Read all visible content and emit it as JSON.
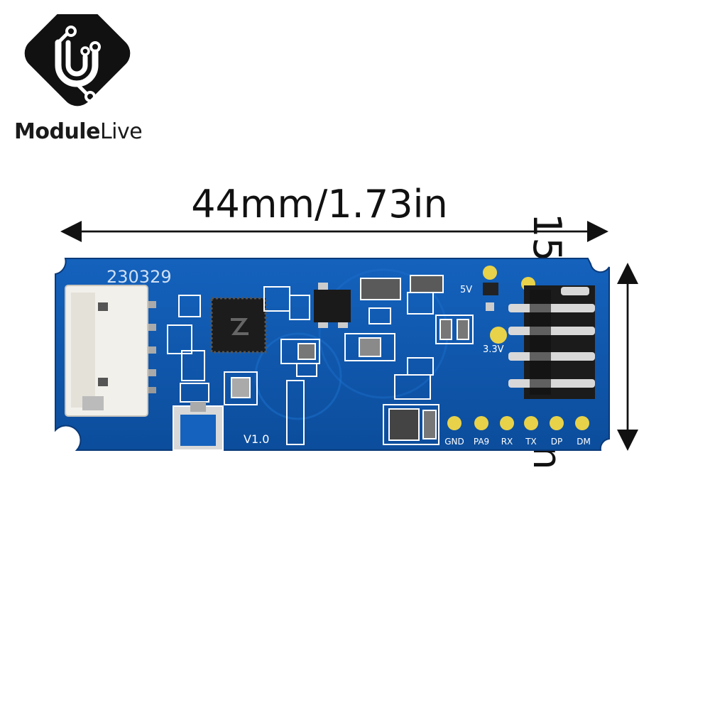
{
  "brand": {
    "name_bold": "Module",
    "name_light": "Live",
    "logo_icon": "circuit-u-logo-icon"
  },
  "dimensions": {
    "width": "44mm/1.73in",
    "height": "15mm/0.59in"
  },
  "board": {
    "date_code": "230329",
    "version": "V1.0",
    "pin_labels": [
      "GND",
      "PA9",
      "RX",
      "TX",
      "DP",
      "DM"
    ],
    "power_labels": [
      "5V",
      "3.3V"
    ]
  },
  "colors": {
    "pcb": "#0f55a8",
    "pcb_dark": "#0a3f86",
    "silkscreen": "#ffffff",
    "gold": "#e8d24a",
    "connector": "#f2f0ea",
    "header": "#1b1b1b"
  }
}
